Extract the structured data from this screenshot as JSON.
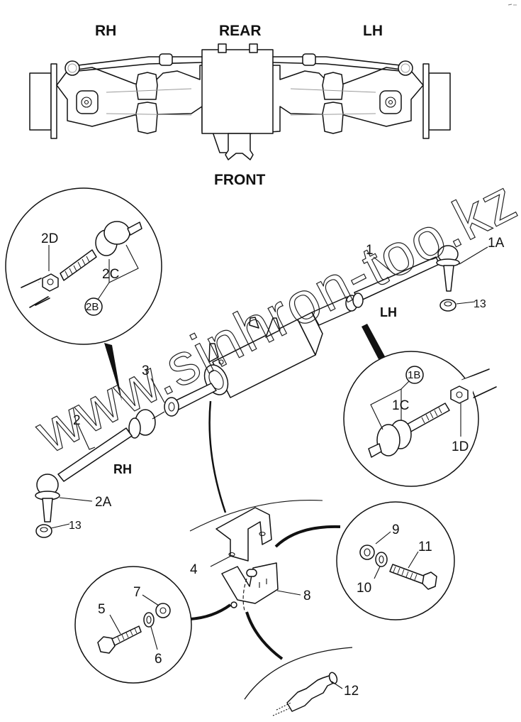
{
  "diagram": {
    "overview_labels": {
      "rh": "RH",
      "rear": "REAR",
      "lh": "LH",
      "front": "FRONT"
    },
    "side_labels": {
      "lh": "LH",
      "rh": "RH"
    },
    "part_callouts": [
      {
        "id": "1",
        "label": "1"
      },
      {
        "id": "1A",
        "label": "1A"
      },
      {
        "id": "1B",
        "label": "1B",
        "circled": true
      },
      {
        "id": "1C",
        "label": "1C"
      },
      {
        "id": "1D",
        "label": "1D"
      },
      {
        "id": "2",
        "label": "2"
      },
      {
        "id": "2A",
        "label": "2A"
      },
      {
        "id": "2B",
        "label": "2B",
        "circled": true
      },
      {
        "id": "2C",
        "label": "2C"
      },
      {
        "id": "2D",
        "label": "2D"
      },
      {
        "id": "3",
        "label": "3"
      },
      {
        "id": "4",
        "label": "4"
      },
      {
        "id": "5",
        "label": "5"
      },
      {
        "id": "6",
        "label": "6"
      },
      {
        "id": "7",
        "label": "7"
      },
      {
        "id": "8",
        "label": "8"
      },
      {
        "id": "9",
        "label": "9"
      },
      {
        "id": "10",
        "label": "10"
      },
      {
        "id": "11",
        "label": "11"
      },
      {
        "id": "12",
        "label": "12"
      },
      {
        "id": "13a",
        "label": "13"
      },
      {
        "id": "13b",
        "label": "13"
      }
    ],
    "watermark": "www.sinhron-too.kz"
  }
}
